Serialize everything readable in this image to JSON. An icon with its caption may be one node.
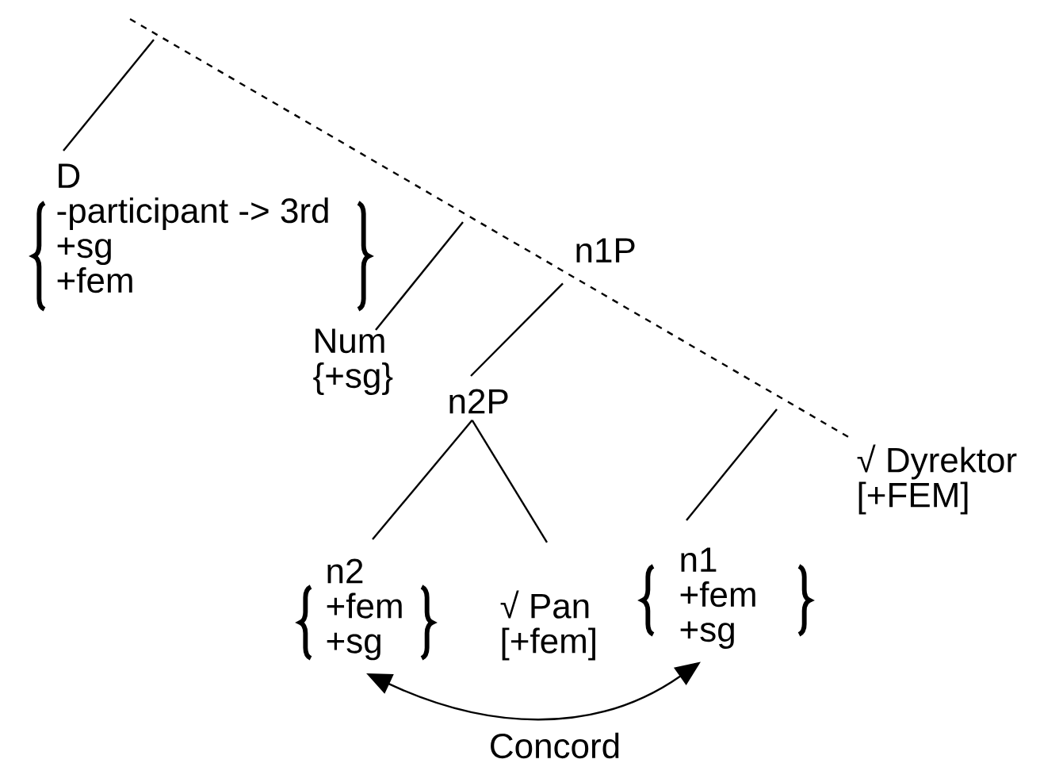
{
  "diagram": {
    "nodes": [
      {
        "text": [
          "D",
          "-participant -> 3rd",
          "+sg",
          "+fem"
        ]
      },
      {
        "text": [
          "Num",
          "{+sg}"
        ]
      },
      {
        "text": [
          "n1P"
        ]
      },
      {
        "text": [
          "n2P"
        ]
      },
      {
        "text": [
          "n2",
          "+fem",
          "+sg"
        ]
      },
      {
        "text": [
          "√ Pan",
          "[+fem]"
        ]
      },
      {
        "text": [
          "n1",
          "+fem",
          "+sg"
        ]
      },
      {
        "text": [
          "√ Dyrektor",
          "[+FEM]"
        ]
      }
    ],
    "edges": [
      {
        "from": null,
        "to": 7,
        "arrow": "none",
        "style": "dashed"
      },
      {
        "from": null,
        "to": 0,
        "arrow": "none"
      },
      {
        "from": null,
        "to": 1,
        "arrow": "none"
      },
      {
        "from": 2,
        "to": 3,
        "arrow": "none"
      },
      {
        "from": 3,
        "to": 4,
        "arrow": "none"
      },
      {
        "from": 3,
        "to": 5,
        "arrow": "none"
      },
      {
        "from": null,
        "to": 6,
        "arrow": "none"
      },
      {
        "from": 4,
        "to": 6,
        "arrow": "both",
        "label": "Concord"
      }
    ]
  }
}
